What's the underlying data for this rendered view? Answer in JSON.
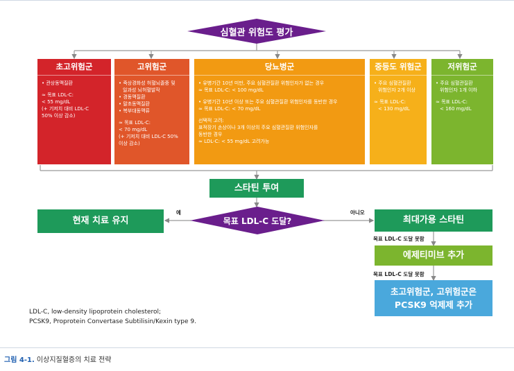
{
  "title": "심혈관 위험도 평가",
  "groups": [
    {
      "name": "초고위험군",
      "items": [
        "• 관상동맥질환",
        "",
        "≈ 목표 LDL-C:",
        "< 55 mg/dL",
        "(+ 기저치 대비 LDL-C",
        "50% 이상 감소)"
      ]
    },
    {
      "name": "고위험군",
      "items": [
        "• 죽상경화성 허혈뇌졸중 및",
        "일과성 뇌허혈발작",
        "• 경동맥질환",
        "• 말초동맥질환",
        "• 복부대동맥류",
        "",
        "≈ 목표 LDL-C:",
        "< 70 mg/dL",
        "(+ 기저치 대비 LDL-C 50%",
        "이상 감소)"
      ]
    },
    {
      "name": "당뇨병군",
      "items": [
        "• 유병기간 10년 미만, 주요 심혈관질환 위험인자가 없는 경우",
        "≈ 목표 LDL-C: < 100 mg/dL",
        "",
        "• 유병기간 10년 이상 또는 주요 심혈관질환 위험인자를 동반한 경우",
        "≈ 목표 LDL-C: < 70 mg/dL",
        "",
        "선택적 고려:",
        "표적장기 손상이나 3개 이상의 주요 심혈관질환 위험인자를",
        "동반한 경우",
        "≈  LDL-C: < 55 mg/dL 고려가능"
      ]
    },
    {
      "name": "중등도 위험군",
      "items": [
        "• 주요 심혈관질환",
        "위험인자 2개 이상",
        "",
        "≈ 목표 LDL-C:",
        "< 130 mg/dL"
      ]
    },
    {
      "name": "저위험군",
      "items": [
        "• 주요 심혈관질환",
        "위험인자 1개 이하",
        "",
        "≈ 목표 LDL-C:",
        "< 160 mg/dL"
      ]
    }
  ],
  "statin": "스타틴 투여",
  "decision": "목표 LDL-C 도달?",
  "yes_label": "예",
  "no_label": "아니오",
  "maintain": "현재 치료 유지",
  "max_statin": "최대가용 스타틴",
  "not_reached_1": "목표 LDL-C 도달 못함",
  "ezetimibe": "에제티미브 추가",
  "not_reached_2": "목표 LDL-C 도달 못함",
  "pcsk9_line1": "초고위험군, 고위험군은",
  "pcsk9_line2": "PCSK9 억제제 추가",
  "footnote_1": "LDL-C, low-density lipoprotein cholesterol;",
  "footnote_2": "PCSK9, Proprotein Convertase Subtilisin/Kexin type 9.",
  "caption_label": "그림 4-1.",
  "caption_text": " 이상지질혈증의 치료 전략",
  "colors": {
    "purple": "#6a1e8c",
    "red": "#d3242a",
    "orange_red": "#e0562a",
    "orange": "#f29a12",
    "amber": "#f6b01a",
    "green_light": "#7cb52e",
    "green_dark": "#1e9a5a",
    "blue_box": "#4aa8dc"
  }
}
